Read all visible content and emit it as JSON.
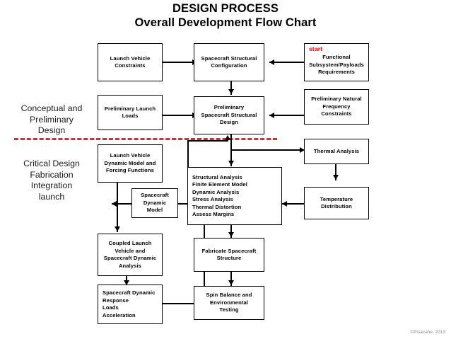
{
  "title": {
    "line1": "DESIGN PROCESS",
    "line2": "Overall Development Flow Chart"
  },
  "phases": [
    {
      "id": "conceptual",
      "label": "Conceptual and\nPreliminary\nDesign"
    },
    {
      "id": "critical",
      "label": "Critical Design\nFabrication\nIntegration\nlaunch"
    }
  ],
  "divider": {
    "color": "#e8232a",
    "style": "dashed"
  },
  "start_marker": {
    "label": "start",
    "color": "#ff0000"
  },
  "nodes": [
    {
      "id": "launch-vehicle-constraints",
      "label": "Launch Vehicle\nConstraints"
    },
    {
      "id": "spacecraft-structural-configuration",
      "label": "Spacecraft Structural\nConfiguration"
    },
    {
      "id": "functional-subsystem-payloads-requirements",
      "label": "Functional\nSubsystem/Payloads\nRequirements"
    },
    {
      "id": "preliminary-launch-loads",
      "label": "Preliminary Launch\nLoads"
    },
    {
      "id": "preliminary-spacecraft-structural-design",
      "label": "Preliminary\nSpacecraft Structural\nDesign"
    },
    {
      "id": "preliminary-natural-frequency-constraints",
      "label": "Preliminary Natural\nFrequency\nConstraints"
    },
    {
      "id": "launch-vehicle-dynamic-model",
      "label": "Launch Vehicle\nDynamic Model and\nForcing Functions"
    },
    {
      "id": "thermal-analysis",
      "label": "Thermal Analysis"
    },
    {
      "id": "structural-analysis",
      "label": "Structural Analysis\n     Finite Element Model\n     Dynamic Analysis\n     Stress Analysis\n     Thermal Distortion\n     Assess Margins"
    },
    {
      "id": "temperature-distribution",
      "label": "Temperature\nDistribution"
    },
    {
      "id": "spacecraft-dynamic-model",
      "label": "Spacecraft\nDynamic\nModel"
    },
    {
      "id": "coupled-launch-vehicle-spacecraft-dynamic-analysis",
      "label": "Coupled Launch\nVehicle and\nSpacecraft Dynamic\nAnalysis"
    },
    {
      "id": "fabricate-spacecraft-structure",
      "label": "Fabricate Spacecraft\nStructure"
    },
    {
      "id": "spacecraft-dynamic-response",
      "label": "Spacecraft Dynamic\nResponse\n     Loads\n     Acceleration"
    },
    {
      "id": "spin-balance-environmental-testing",
      "label": "Spin Balance and\nEnvironmental\nTesting"
    }
  ],
  "credit": "©Pisacane, 2013",
  "chart_data": {
    "type": "diagram",
    "title": "DESIGN PROCESS - Overall Development Flow Chart",
    "edges": [
      {
        "from": "launch-vehicle-constraints",
        "to": "spacecraft-structural-configuration"
      },
      {
        "from": "functional-subsystem-payloads-requirements",
        "to": "spacecraft-structural-configuration"
      },
      {
        "from": "spacecraft-structural-configuration",
        "to": "preliminary-spacecraft-structural-design"
      },
      {
        "from": "preliminary-launch-loads",
        "to": "preliminary-spacecraft-structural-design"
      },
      {
        "from": "preliminary-natural-frequency-constraints",
        "to": "preliminary-spacecraft-structural-design"
      },
      {
        "from": "preliminary-spacecraft-structural-design",
        "to": "thermal-analysis"
      },
      {
        "from": "preliminary-spacecraft-structural-design",
        "to": "structural-analysis"
      },
      {
        "from": "thermal-analysis",
        "to": "temperature-distribution"
      },
      {
        "from": "temperature-distribution",
        "to": "structural-analysis"
      },
      {
        "from": "structural-analysis",
        "to": "spacecraft-dynamic-model"
      },
      {
        "from": "structural-analysis",
        "to": "preliminary-spacecraft-structural-design"
      },
      {
        "from": "structural-analysis",
        "to": "fabricate-spacecraft-structure"
      },
      {
        "from": "launch-vehicle-dynamic-model",
        "to": "coupled-launch-vehicle-spacecraft-dynamic-analysis"
      },
      {
        "from": "spacecraft-dynamic-model",
        "to": "coupled-launch-vehicle-spacecraft-dynamic-analysis"
      },
      {
        "from": "coupled-launch-vehicle-spacecraft-dynamic-analysis",
        "to": "spacecraft-dynamic-response"
      },
      {
        "from": "spacecraft-dynamic-response",
        "to": "structural-analysis"
      },
      {
        "from": "fabricate-spacecraft-structure",
        "to": "spin-balance-environmental-testing"
      }
    ]
  }
}
